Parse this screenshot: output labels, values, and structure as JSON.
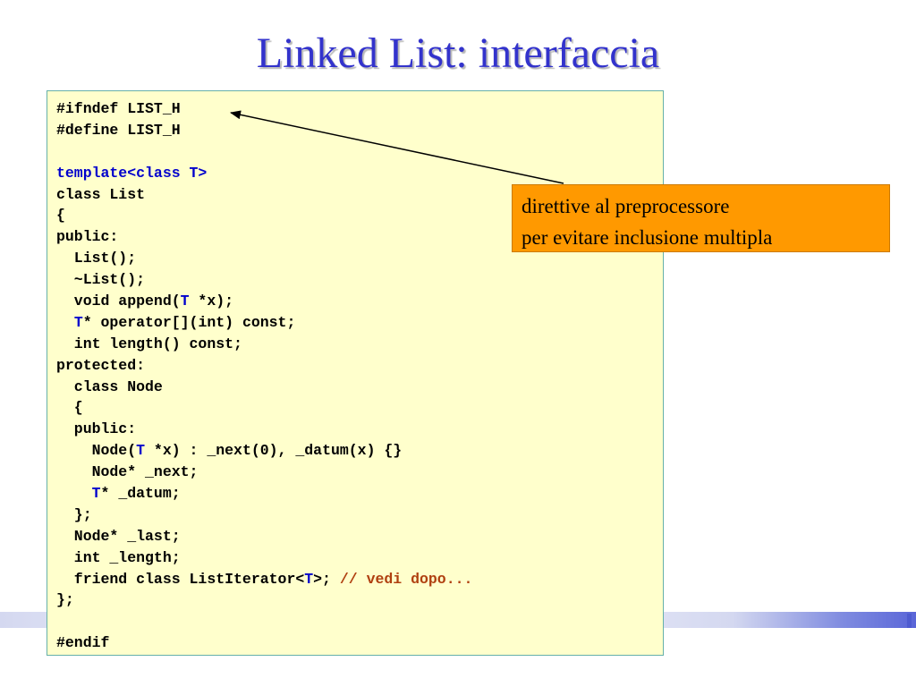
{
  "slide": {
    "title": "Linked List: interfaccia",
    "callout_lines": [
      "direttive al preprocessore",
      "per evitare inclusione multipla"
    ]
  },
  "code": {
    "lines": [
      [
        {
          "t": "#ifndef LIST_H"
        }
      ],
      [
        {
          "t": "#define LIST_H"
        }
      ],
      [],
      [
        {
          "t": "template<class T>",
          "c": "kw"
        }
      ],
      [
        {
          "t": "class List"
        }
      ],
      [
        {
          "t": "{"
        }
      ],
      [
        {
          "t": "public:"
        }
      ],
      [
        {
          "t": "  List();"
        }
      ],
      [
        {
          "t": "  ~List();"
        }
      ],
      [
        {
          "t": "  void append("
        },
        {
          "t": "T",
          "c": "kw"
        },
        {
          "t": " *x);"
        }
      ],
      [
        {
          "t": "  "
        },
        {
          "t": "T",
          "c": "kw"
        },
        {
          "t": "* operator[](int) const;"
        }
      ],
      [
        {
          "t": "  int length() const;"
        }
      ],
      [
        {
          "t": "protected:"
        }
      ],
      [
        {
          "t": "  class Node"
        }
      ],
      [
        {
          "t": "  {"
        }
      ],
      [
        {
          "t": "  public:"
        }
      ],
      [
        {
          "t": "    Node("
        },
        {
          "t": "T",
          "c": "kw"
        },
        {
          "t": " *x) : _next(0), _datum(x) {}"
        }
      ],
      [
        {
          "t": "    Node* _next;"
        }
      ],
      [
        {
          "t": "    "
        },
        {
          "t": "T",
          "c": "kw"
        },
        {
          "t": "* _datum;"
        }
      ],
      [
        {
          "t": "  };"
        }
      ],
      [
        {
          "t": "  Node* _last;"
        }
      ],
      [
        {
          "t": "  int _length;"
        }
      ],
      [
        {
          "t": "  friend class ListIterator<"
        },
        {
          "t": "T",
          "c": "kw"
        },
        {
          "t": ">; "
        },
        {
          "t": "// vedi dopo...",
          "c": "cm"
        }
      ],
      [
        {
          "t": "};"
        }
      ],
      [],
      [
        {
          "t": "#endif"
        }
      ]
    ]
  },
  "colors": {
    "title": "#3333cc",
    "code_background": "#ffffcc",
    "keyword": "#0000cc",
    "comment": "#b04010",
    "callout_background": "#ff9900"
  }
}
